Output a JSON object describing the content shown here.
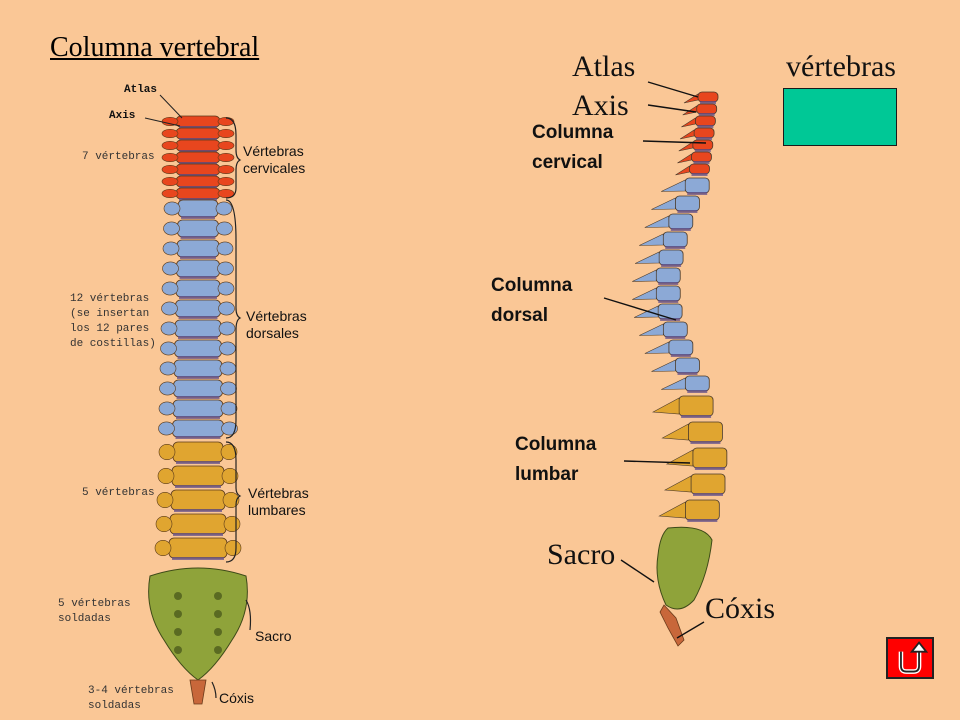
{
  "title": "Columna vertebral",
  "left_diagram": {
    "labels": {
      "atlas": "Atlas",
      "axis": "Axis",
      "cervical_count": "7 vértebras",
      "cervical_name": "Vértebras\ncervicales",
      "dorsal_count": "12 vértebras\n(se insertan\nlos 12 pares\nde costillas)",
      "dorsal_name": "Vértebras\ndorsales",
      "lumbar_count": "5 vértebras",
      "lumbar_name": "Vértebras\nlumbares",
      "sacro_count": "5 vértebras\nsoldadas",
      "sacro_name": "Sacro",
      "coxis_count": "3-4 vértebras\nsoldadas",
      "coxis_name": "Cóxis"
    }
  },
  "right_diagram": {
    "labels": {
      "atlas": "Atlas",
      "axis": "Axis",
      "cervical": "Columna\ncervical",
      "dorsal": "Columna\ndorsal",
      "lumbar": "Columna\nlumbar",
      "sacro": "Sacro",
      "coxis": "Cóxis"
    }
  },
  "legend": {
    "label": "vértebras",
    "color": "#00C896"
  },
  "colors": {
    "background": "#FAC796",
    "cervical": "#E8461E",
    "dorsal": "#8CA9D6",
    "lumbar": "#E0A530",
    "sacro": "#8FA33A",
    "coxis": "#C8673A",
    "back_button": "#FF0000"
  },
  "icons": {
    "back_button": "return-arrow-icon"
  }
}
